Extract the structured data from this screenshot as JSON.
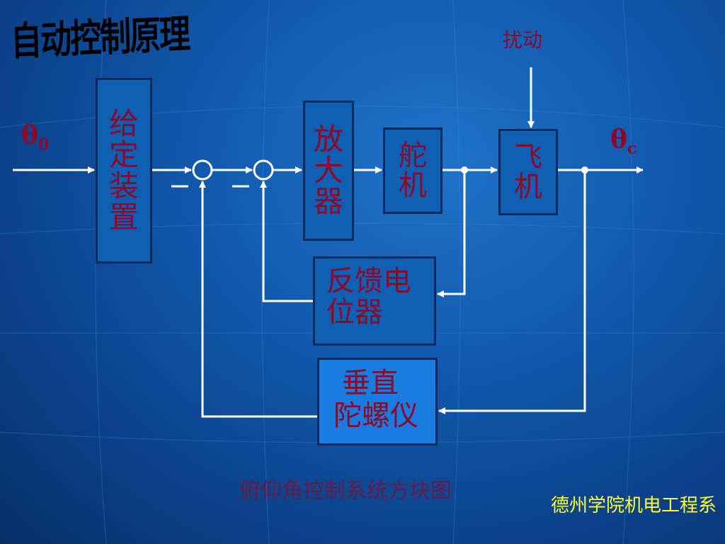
{
  "title": "自动控制原理",
  "input_label": "θ",
  "input_sub": "0",
  "output_label": "θ",
  "output_sub": "c",
  "disturbance": "扰动",
  "blocks": {
    "setter": [
      "给",
      "定",
      "装",
      "置"
    ],
    "amplifier": [
      "放",
      "大",
      "器"
    ],
    "servo": [
      "舵",
      "机"
    ],
    "aircraft": [
      "飞",
      "机"
    ],
    "feedback_pot": [
      "反馈电",
      "位器"
    ],
    "gyro": [
      "垂直",
      "陀螺仪"
    ]
  },
  "minus_signs": [
    "−",
    "−"
  ],
  "caption": "俯仰角控制系统方块图",
  "footer": "德州学院机电工程系"
}
